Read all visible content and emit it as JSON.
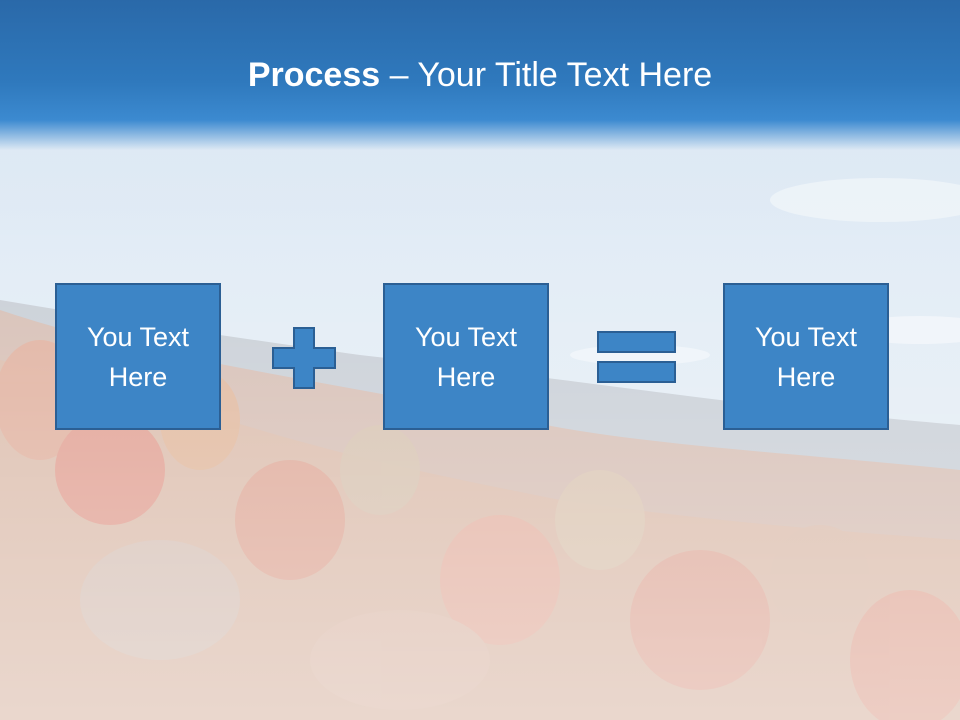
{
  "slide": {
    "title_bold": "Process",
    "title_rest": " – Your Title Text Here",
    "boxes": [
      {
        "line1": "You Text",
        "line2": "Here"
      },
      {
        "line1": "You Text",
        "line2": "Here"
      },
      {
        "line1": "You Text",
        "line2": "Here"
      }
    ],
    "operators": [
      "plus-icon",
      "equals-icon"
    ]
  },
  "colors": {
    "header": "#2f79bd",
    "box_fill": "#3d85c6",
    "box_border": "#2b5f94",
    "text": "#ffffff"
  }
}
